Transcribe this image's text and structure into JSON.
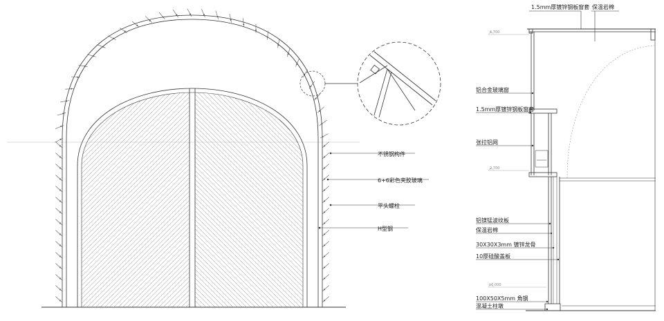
{
  "elevation": {
    "callouts": [
      {
        "text": "不锈钢构件"
      },
      {
        "text": "6+6彩色夹胶玻璃"
      },
      {
        "text": "平头螺栓"
      },
      {
        "text": "H型钢"
      }
    ]
  },
  "section": {
    "levels": [
      {
        "text": "6.700"
      },
      {
        "text": "2.700"
      },
      {
        "text": "±0.000"
      }
    ],
    "top_callouts": [
      {
        "text": "1.5mm厚镀锌钢板窗套"
      },
      {
        "text": "保温岩棉"
      }
    ],
    "callouts": [
      {
        "text": "铝合金玻璃窗"
      },
      {
        "text": "1.5mm厚镀锌钢板窗套"
      },
      {
        "text": "张拉铝网"
      },
      {
        "text": "铝镁锰波纹板"
      },
      {
        "text": "保温岩棉"
      },
      {
        "text": "30X30X3mm 镀锌龙骨"
      },
      {
        "text": "10厚硅酸盖板"
      },
      {
        "text": "100X50X5mm 角钢"
      },
      {
        "text": "混凝土柱墩"
      }
    ]
  }
}
